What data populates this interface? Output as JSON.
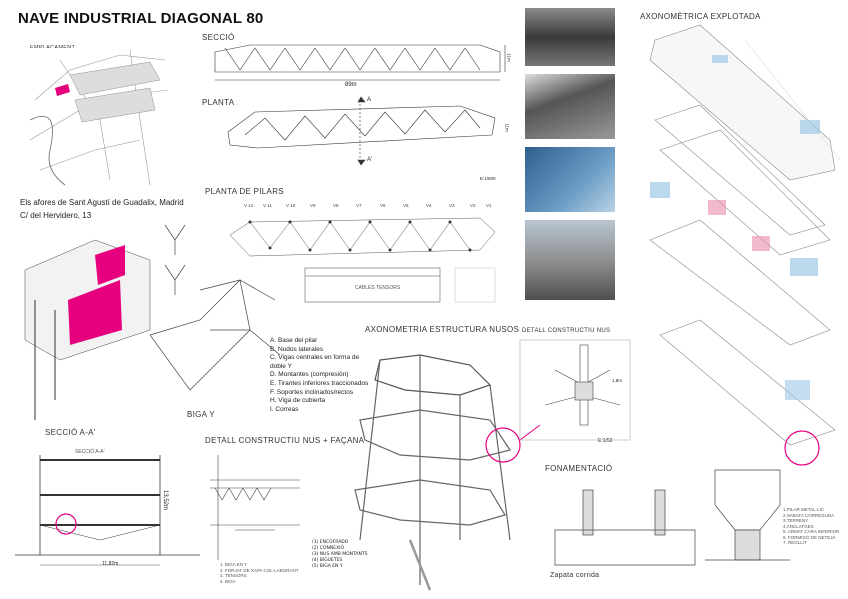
{
  "title": "NAVE INDUSTRIAL DIAGONAL 80",
  "labels": {
    "emplacament": "EMPLAÇAMENT",
    "seccio": "SECCIÓ",
    "planta": "PLANTA",
    "planta_pilars": "PLANTA DE PILARS",
    "axo_explotada": "AXONOMÈTRICA EXPLOTADA",
    "axo_nusos": "AXONOMETRIA ESTRUCTURA NUSOS",
    "detall_nus": "DETALL CONSTRUCTIU NUS",
    "biga_y": "BIGA Y",
    "seccio_aa": "SECCIÓ A-A'",
    "seccio_aa_small": "SECCIÓ A-A'",
    "detall_facana": "DETALL CONSTRUCTIU NUS + FAÇANA",
    "fonamentacio": "FONAMENTACIÓ",
    "zapata": "Zapata corrida",
    "cables": "CABLES TENSORS"
  },
  "address": [
    "Els afores de Sant Agustí de Guadalix, Madrid",
    "C/ del Hervidero, 13"
  ],
  "dimensions": {
    "section_length": "89m",
    "height_seccio": "11m",
    "width_planta": "11m",
    "scale_planta": "E:1/500",
    "cut_a": "A",
    "cut_a2": "A'",
    "detail_scale": "E:1/50",
    "dim_detail": "1,8m",
    "height_aa": "13,52m",
    "width_aa": "11,82m"
  },
  "pillar_axes": [
    "V 12",
    "V 11",
    "V 10",
    "V9",
    "V8",
    "V7",
    "V6",
    "V5",
    "V4",
    "V3",
    "V2",
    "V1"
  ],
  "legend": [
    "A. Base del pilar",
    "B. Nudos laterales",
    "C. Vigas centrales en forma de doble Y",
    "D. Montantes (compresión)",
    "E. Tirantes inferiores traccionados",
    "F. Soportes inclinados/rectos",
    "H. Viga de cubierta",
    "I. Correas"
  ],
  "nus_legend": [
    "(1) ENCOFRADO",
    "(2) CONNEXIÓ",
    "(3) NUS AMB MONTANTS",
    "(4) BIGUETES",
    "(5) BIGA EN Y"
  ],
  "facana_legend": [
    "1. BIGA EN Y",
    "2. FORJAT DE XAPA COL·LABORANT",
    "3. TENSORS",
    "4. BIGA"
  ],
  "fonament_legend": [
    "1.PILAR METAL·LIC",
    "2.SABATA CORREGUDA",
    "3.TERRENY",
    "4.ANCLATGES",
    "5. ARMAT CARA INFERIOR",
    "6. FORMIGÓ DE NETEJA",
    "7. REOLLIT"
  ],
  "colors": {
    "magenta": "#e6007e",
    "blue": "#9ec7e6",
    "pink": "#e88aa7",
    "dark": "#333333"
  }
}
